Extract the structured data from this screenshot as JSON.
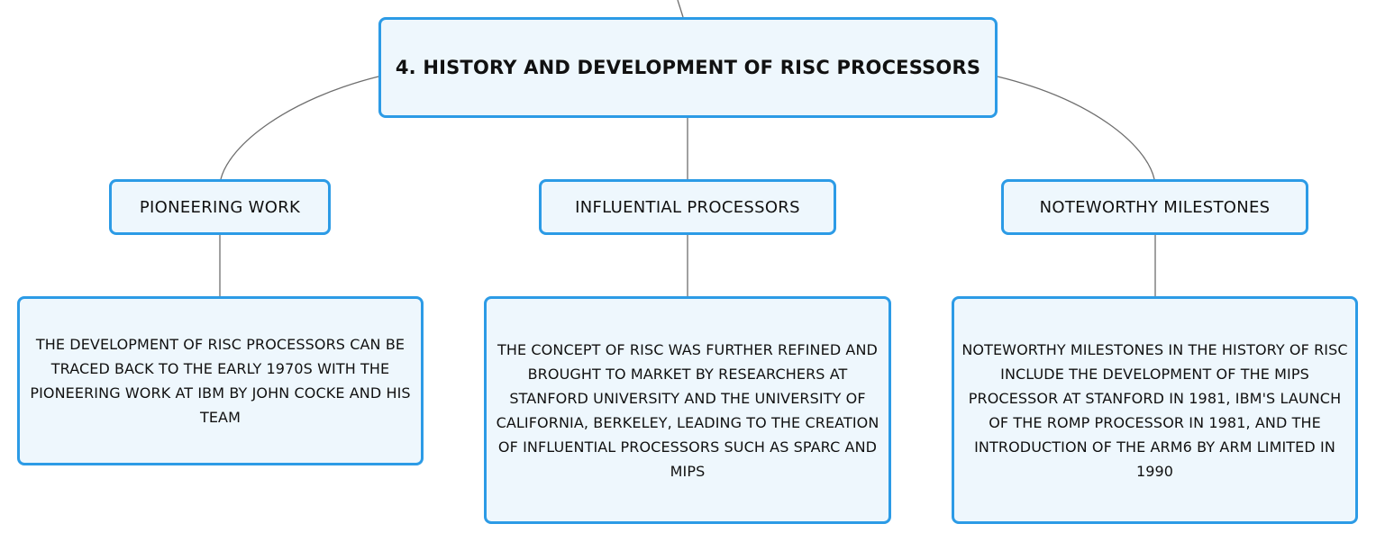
{
  "diagram": {
    "root": {
      "label": "4. HISTORY AND DEVELOPMENT OF RISC PROCESSORS"
    },
    "branches": [
      {
        "label": "PIONEERING WORK",
        "detail": "THE DEVELOPMENT OF RISC PROCESSORS CAN BE TRACED BACK TO THE EARLY 1970S WITH THE PIONEERING WORK AT IBM BY JOHN COCKE AND HIS TEAM"
      },
      {
        "label": "INFLUENTIAL PROCESSORS",
        "detail": "THE CONCEPT OF RISC WAS FURTHER REFINED AND BROUGHT TO MARKET BY RESEARCHERS AT STANFORD UNIVERSITY AND THE UNIVERSITY OF CALIFORNIA, BERKELEY, LEADING TO THE CREATION OF INFLUENTIAL PROCESSORS SUCH AS SPARC AND MIPS"
      },
      {
        "label": "NOTEWORTHY MILESTONES",
        "detail": "NOTEWORTHY MILESTONES IN THE HISTORY OF RISC INCLUDE THE DEVELOPMENT OF THE MIPS PROCESSOR AT STANFORD IN 1981, IBM'S LAUNCH OF THE ROMP PROCESSOR IN 1981, AND THE INTRODUCTION OF THE ARM6 BY ARM LIMITED IN 1990"
      }
    ],
    "colors": {
      "node_border": "#2c9be6",
      "node_fill": "#eef7fd",
      "connector": "#6e6e6e"
    }
  }
}
